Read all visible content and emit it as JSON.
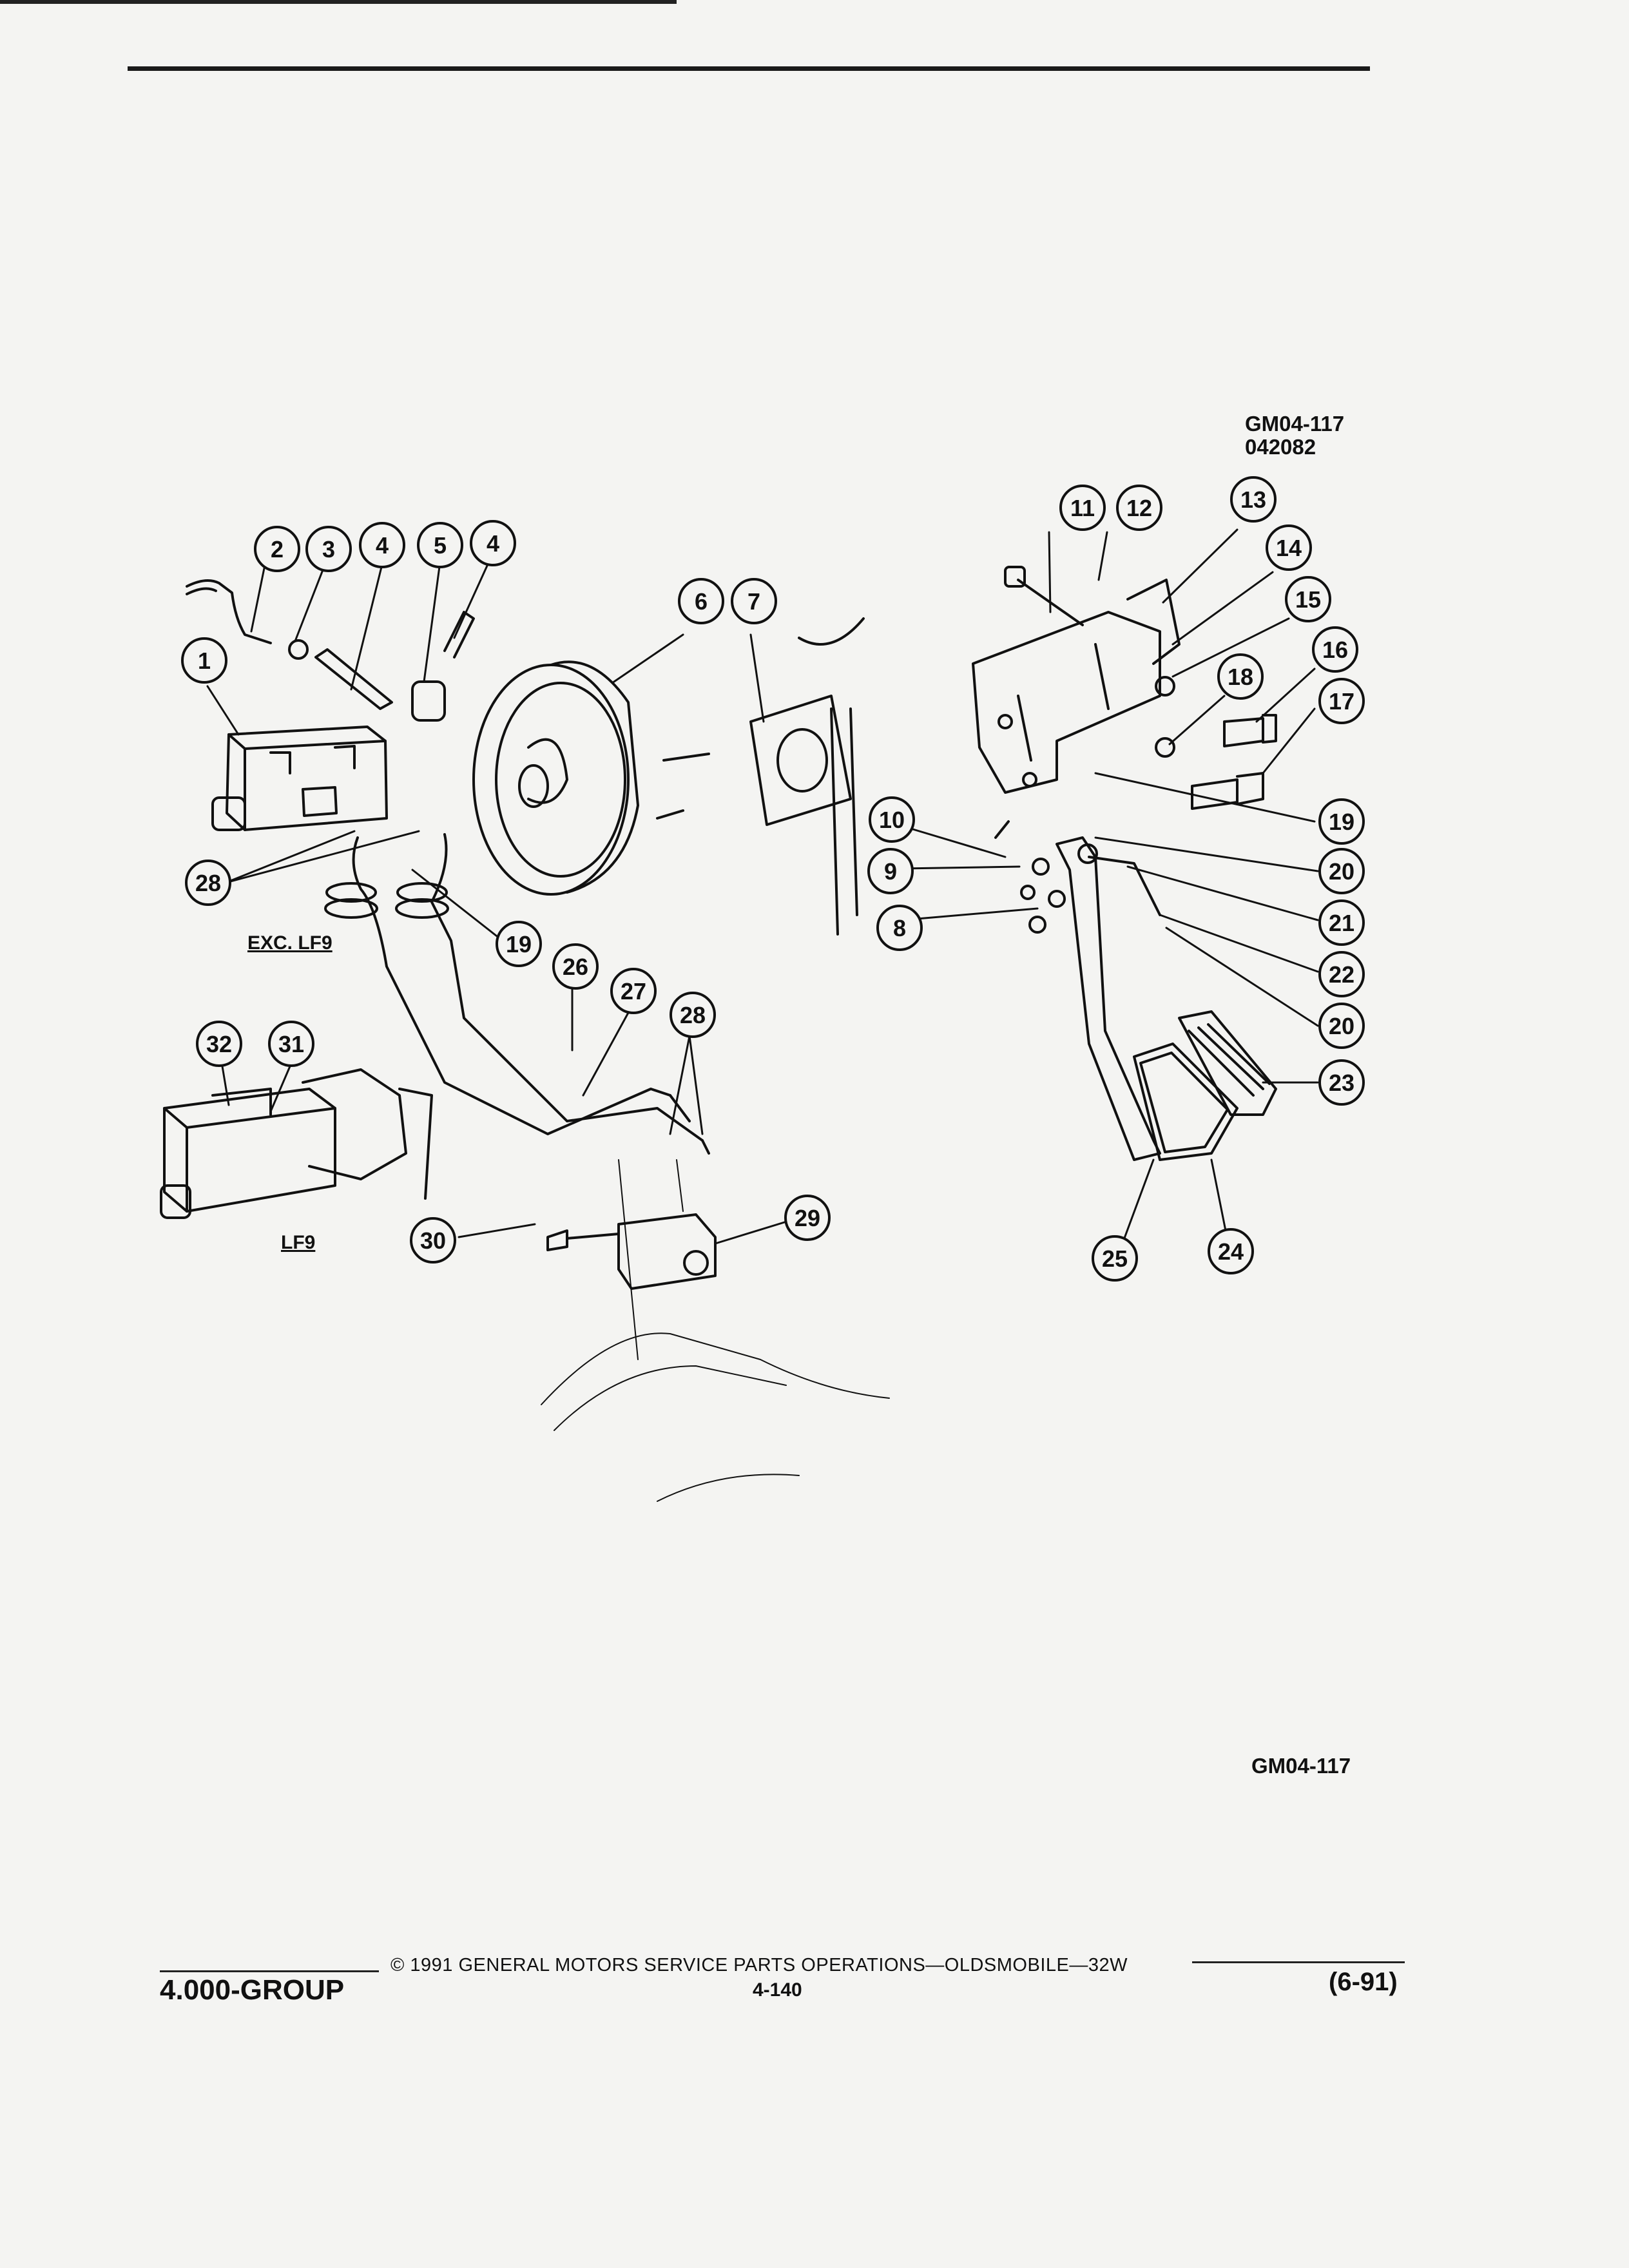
{
  "figure": {
    "ref_code": "GM04-117",
    "ref_number": "042082",
    "ref_code_bottom": "GM04-117",
    "variant_labels": {
      "exc": "EXC. LF9",
      "lf9": "LF9"
    }
  },
  "callouts": [
    "1",
    "2",
    "3",
    "4",
    "5",
    "4",
    "6",
    "7",
    "8",
    "9",
    "10",
    "11",
    "12",
    "13",
    "14",
    "15",
    "16",
    "17",
    "18",
    "19",
    "19",
    "20",
    "21",
    "22",
    "20",
    "23",
    "24",
    "25",
    "26",
    "27",
    "28",
    "28",
    "29",
    "30",
    "31",
    "32"
  ],
  "footer": {
    "copyright": "© 1991 GENERAL MOTORS SERVICE PARTS OPERATIONS—OLDSMOBILE—32W",
    "group": "4.000-GROUP",
    "page": "4-140",
    "revision": "(6-91)"
  }
}
